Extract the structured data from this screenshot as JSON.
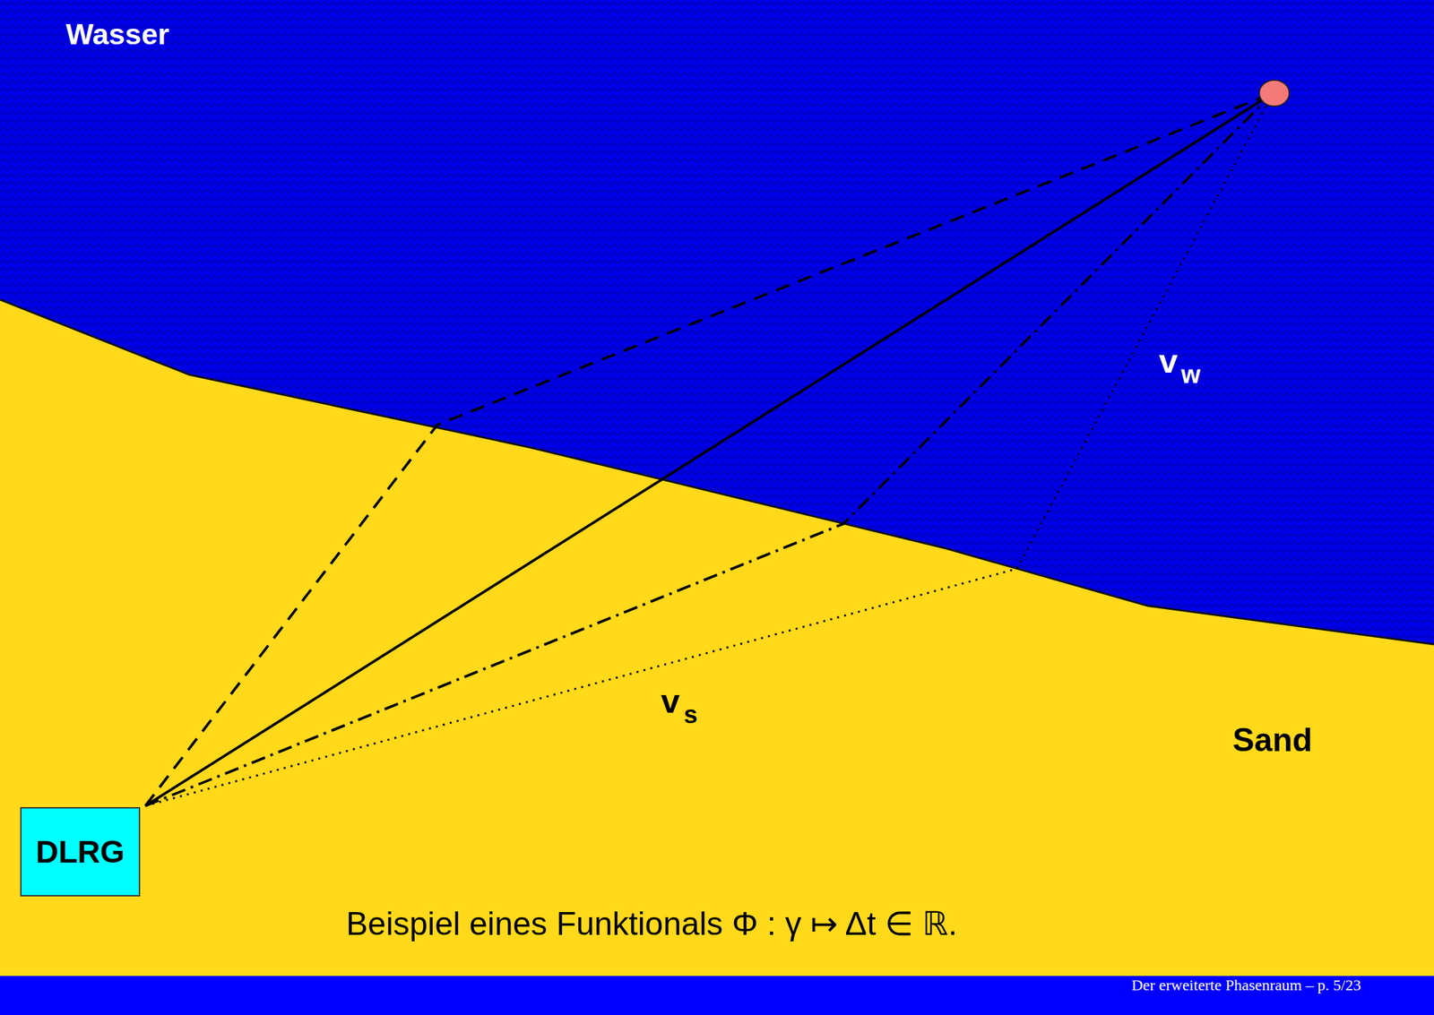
{
  "diagram": {
    "caption": "Beispiel eines Funktionals Φ : γ ↦ Δt ∈ ℝ.",
    "nodes": [
      {
        "text": [
          "DLRG"
        ]
      }
    ],
    "labels": [
      "Wasser",
      "v",
      "w",
      "v",
      "s",
      "Sand",
      "Der erweiterte Phasenraum – p. 5/23"
    ]
  }
}
